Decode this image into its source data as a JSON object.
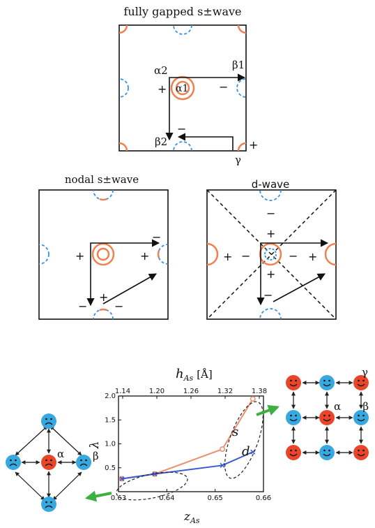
{
  "top_panel": {
    "title": "fully gapped s±wave",
    "labels": {
      "alpha2": "α2",
      "alpha1": "α1",
      "beta1": "β1",
      "beta2": "β2",
      "gamma": "γ",
      "plus_left": "+",
      "minus_right": "−",
      "minus_bottom": "−",
      "plus_corner": "+"
    }
  },
  "middle_left": {
    "title": "nodal s±wave",
    "labels": {
      "plus_left": "+",
      "minus_top": "−",
      "plus_right": "+",
      "plus_bottom": "+",
      "minus_bl": "−",
      "minus_br": "−"
    }
  },
  "middle_right": {
    "title": "d-wave",
    "labels": {
      "minus_top": "−",
      "plus_up": "+",
      "plus_left": "+",
      "minus_left": "−",
      "minus_center": "−",
      "plus_right": "+",
      "plus_down": "+",
      "minus_bottom": "−"
    }
  },
  "chart": {
    "top_axis_label": "h",
    "top_axis_sub": "As",
    "top_axis_unit": "[Å]",
    "x_label": "z",
    "x_sub": "As",
    "y_label": "λ",
    "top_ticks": [
      "1.14",
      "1.20",
      "1.26",
      "1.32",
      "1.38"
    ],
    "x_ticks": [
      "0.63",
      "0.64",
      "0.65",
      "0.66"
    ],
    "y_ticks": [
      "0.5",
      "1.0",
      "1.5",
      "2.0"
    ],
    "series_label_s": "s",
    "series_label_d": "d"
  },
  "chart_data": {
    "type": "line",
    "xlabel": "z_As",
    "ylabel": "λ",
    "top_xlabel": "h_As [Å]",
    "xlim": [
      0.63,
      0.66
    ],
    "ylim": [
      0,
      2.0
    ],
    "series": [
      {
        "name": "s",
        "color": "#f08c6a",
        "x": [
          0.6307,
          0.6375,
          0.6515,
          0.6578
        ],
        "y": [
          0.27,
          0.37,
          0.89,
          1.94
        ]
      },
      {
        "name": "d",
        "color": "#3a5bd0",
        "x": [
          0.6307,
          0.6375,
          0.6515,
          0.6578
        ],
        "y": [
          0.27,
          0.37,
          0.55,
          0.83
        ]
      }
    ]
  },
  "lattice_left": {
    "alpha": "α",
    "beta": "β"
  },
  "lattice_right": {
    "alpha": "α",
    "beta": "β",
    "gamma": "γ"
  },
  "colors": {
    "orange": "#f08050",
    "blue": "#3a8fe0",
    "red": "#e8452a",
    "cyan": "#38a8e0",
    "green": "#3cb043"
  }
}
